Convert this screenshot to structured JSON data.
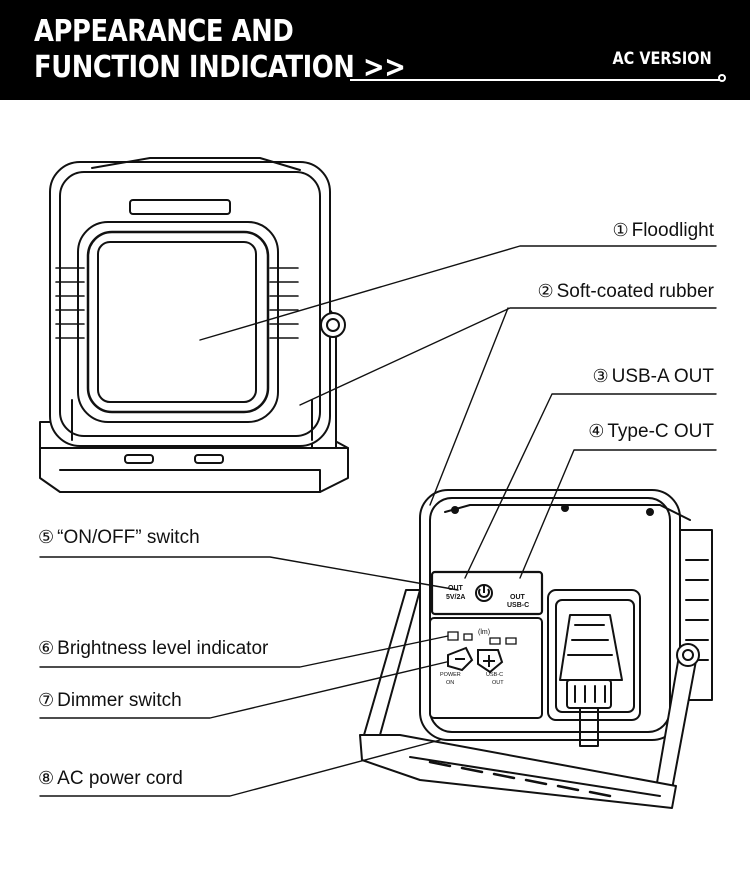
{
  "header": {
    "title_line1": "APPEARANCE AND",
    "title_line2": "FUNCTION INDICATION >>",
    "version": "AC VERSION"
  },
  "labels": [
    {
      "num": "①",
      "text": "Floodlight"
    },
    {
      "num": "②",
      "text": "Soft-coated rubber"
    },
    {
      "num": "③",
      "text": "USB-A OUT"
    },
    {
      "num": "④",
      "text": "Type-C OUT"
    },
    {
      "num": "⑤",
      "text": "“ON/OFF” switch"
    },
    {
      "num": "⑥",
      "text": "Brightness level indicator"
    },
    {
      "num": "⑦",
      "text": "Dimmer switch"
    },
    {
      "num": "⑧",
      "text": "AC power cord"
    }
  ],
  "panel_text": {
    "usb_a_out": "OUT",
    "usb_a_rating": "5V/2A",
    "typec_out": "OUT",
    "typec_label": "USB-C",
    "lm": "(lm)",
    "power_on": "POWER",
    "on": "ON",
    "usbc_out": "USB-C",
    "out": "OUT"
  },
  "icons": [
    "power-icon",
    "minus-icon",
    "plus-icon",
    "lightbulb-icon"
  ]
}
